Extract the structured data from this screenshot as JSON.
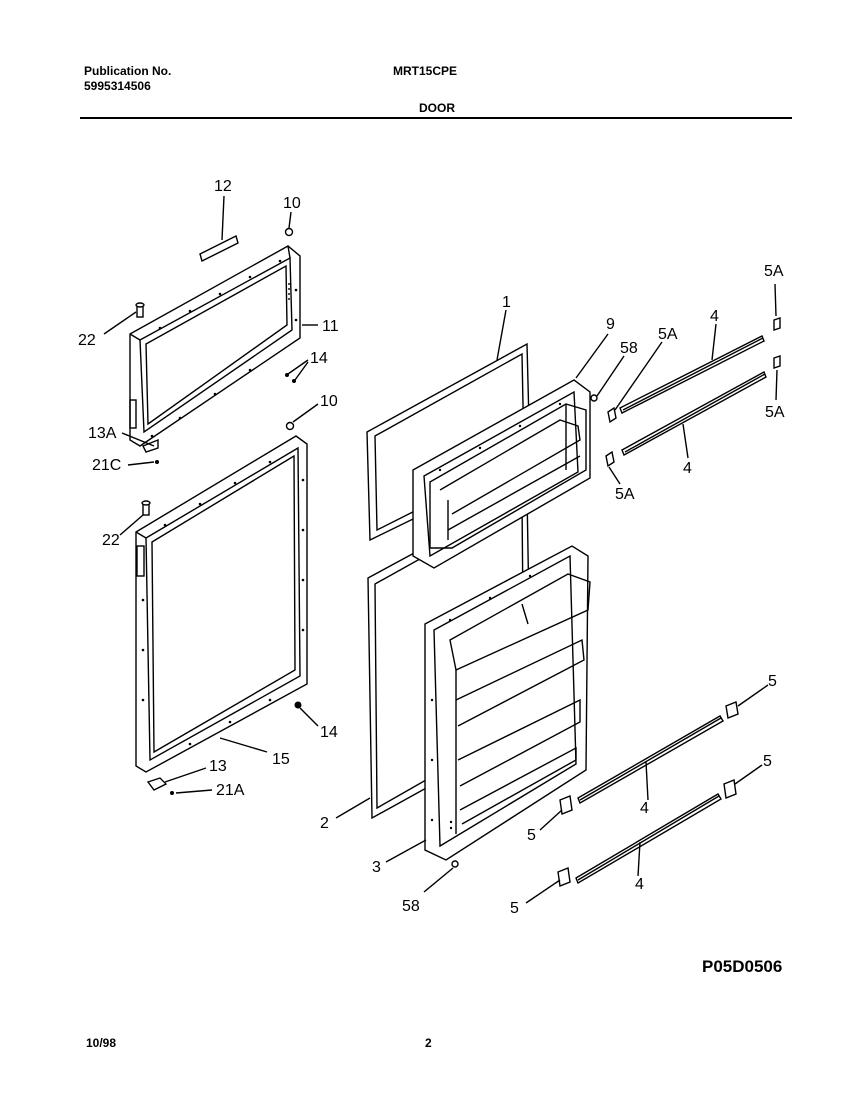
{
  "header": {
    "publication_label": "Publication No.",
    "publication_number": "5995314506",
    "model": "MRT15CPE",
    "section": "DOOR"
  },
  "footer": {
    "drawing_code": "P05D0506",
    "date": "10/98",
    "page": "2"
  },
  "callouts": [
    {
      "label": "12"
    },
    {
      "label": "10"
    },
    {
      "label": "22"
    },
    {
      "label": "11"
    },
    {
      "label": "14"
    },
    {
      "label": "13A"
    },
    {
      "label": "21C"
    },
    {
      "label": "10"
    },
    {
      "label": "22"
    },
    {
      "label": "14"
    },
    {
      "label": "15"
    },
    {
      "label": "13"
    },
    {
      "label": "21A"
    },
    {
      "label": "1"
    },
    {
      "label": "9"
    },
    {
      "label": "58"
    },
    {
      "label": "5A"
    },
    {
      "label": "4"
    },
    {
      "label": "5A"
    },
    {
      "label": "5A"
    },
    {
      "label": "4"
    },
    {
      "label": "5A"
    },
    {
      "label": "2"
    },
    {
      "label": "3"
    },
    {
      "label": "58"
    },
    {
      "label": "5"
    },
    {
      "label": "5"
    },
    {
      "label": "4"
    },
    {
      "label": "5"
    },
    {
      "label": "4"
    },
    {
      "label": "5"
    }
  ]
}
